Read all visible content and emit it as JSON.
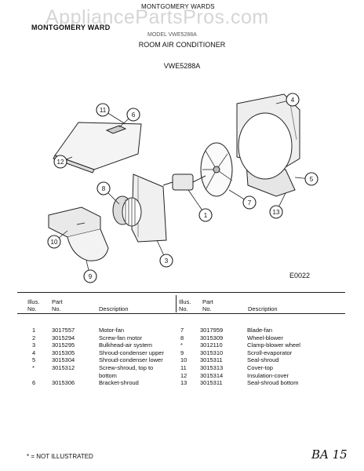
{
  "header": {
    "brand_top": "MONTGOMERY WARDS",
    "brand_main": "MONTGOMERY WARD",
    "model_ref": "MODEL VWE5288A",
    "watermark": "AppliancePartsPros.com"
  },
  "title": "ROOM AIR CONDITIONER",
  "model": "VWE5288A",
  "diagram": {
    "callouts": [
      "1",
      "3",
      "4",
      "5",
      "6",
      "7",
      "8",
      "9",
      "10",
      "11",
      "12",
      "13"
    ],
    "code": "E0022"
  },
  "table": {
    "headers": {
      "illus": "Illus.",
      "no": "No.",
      "part": "Part",
      "part_no": "No.",
      "description": "Description"
    },
    "left": [
      {
        "illus": "1",
        "part": "3017557",
        "desc": "Motor-fan"
      },
      {
        "illus": "2",
        "part": "3015294",
        "desc": "Screw-fan motor"
      },
      {
        "illus": "3",
        "part": "3015295",
        "desc": "Bulkhead-air system"
      },
      {
        "illus": "4",
        "part": "3015305",
        "desc": "Shroud-condenser upper"
      },
      {
        "illus": "5",
        "part": "3015304",
        "desc": "Shroud-condenser lower"
      },
      {
        "illus": "*",
        "part": "3015312",
        "desc": "Screw-shroud, top to"
      },
      {
        "illus": "",
        "part": "",
        "desc": "bottom"
      },
      {
        "illus": "6",
        "part": "3015306",
        "desc": "Bracket-shroud"
      }
    ],
    "right": [
      {
        "illus": "7",
        "part": "3017959",
        "desc": "Blade-fan"
      },
      {
        "illus": "8",
        "part": "3015309",
        "desc": "Wheel-blower"
      },
      {
        "illus": "*",
        "part": "3012110",
        "desc": "Clamp-blower wheel"
      },
      {
        "illus": "9",
        "part": "3015310",
        "desc": "Scroll-evaporator"
      },
      {
        "illus": "10",
        "part": "3015311",
        "desc": "Seal-shroud"
      },
      {
        "illus": "11",
        "part": "3015313",
        "desc": "Cover-top"
      },
      {
        "illus": "12",
        "part": "3015314",
        "desc": "Insulation-cover"
      },
      {
        "illus": "13",
        "part": "3015311",
        "desc": "Seal-shroud bottom"
      }
    ]
  },
  "footnote": "* = NOT ILLUSTRATED",
  "handwriting": "BA 15"
}
